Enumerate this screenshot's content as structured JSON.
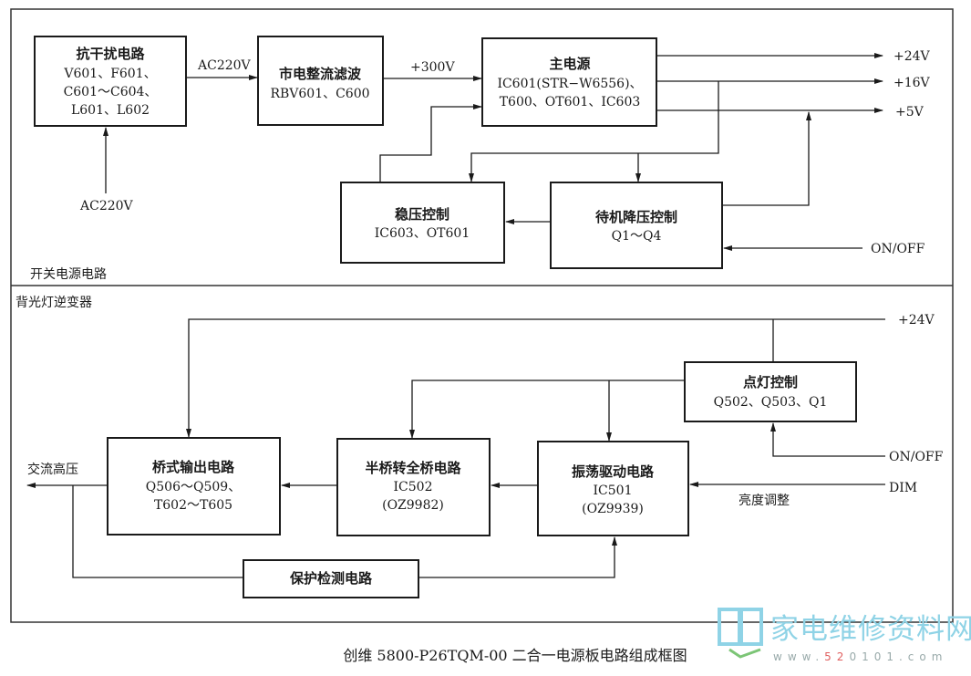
{
  "colors": {
    "ink": "#1a1a1a",
    "logo_blue": "#8fd3e6",
    "logo_green": "#7cc576",
    "logo_red": "#e06060"
  },
  "sections": {
    "power": "开关电源电路",
    "inverter": "背光灯逆变器"
  },
  "power_blocks": {
    "emi": {
      "title": "抗干扰电路",
      "lines": [
        "V601、F601、",
        "C601～C604、",
        "L601、L602"
      ]
    },
    "rectifier": {
      "title": "市电整流滤波",
      "lines": [
        "RBV601、C600"
      ]
    },
    "main": {
      "title": "主电源",
      "lines": [
        "IC601(STR−W6556)、",
        "T600、OT601、IC603"
      ]
    },
    "regulation": {
      "title": "稳压控制",
      "lines": [
        "IC603、OT601"
      ]
    },
    "standby": {
      "title": "待机降压控制",
      "lines": [
        "Q1～Q4"
      ]
    }
  },
  "power_labels": {
    "ac_in": "AC220V",
    "ac_mid": "AC220V",
    "dc300": "+300V",
    "out24": "+24V",
    "out16": "+16V",
    "out5": "+5V",
    "onoff": "ON/OFF"
  },
  "inverter_blocks": {
    "bridge": {
      "title": "桥式输出电路",
      "lines": [
        "Q506～Q509、",
        "T602～T605"
      ]
    },
    "half_full": {
      "title": "半桥转全桥电路",
      "lines": [
        "IC502",
        "(OZ9982)"
      ]
    },
    "osc": {
      "title": "振荡驱动电路",
      "lines": [
        "IC501",
        "(OZ9939)"
      ]
    },
    "lamp": {
      "title": "点灯控制",
      "lines": [
        "Q502、Q503、Q1"
      ]
    },
    "protect": {
      "title": "保护检测电路"
    }
  },
  "inverter_labels": {
    "v24": "+24V",
    "onoff": "ON/OFF",
    "dim": "DIM",
    "brightness": "亮度调整",
    "hv_out": "交流高压"
  },
  "caption": "创维 5800-P26TQM-00 二合一电源板电路组成框图",
  "logo": {
    "name": "家电维修资料网",
    "url_prefix": "www.",
    "url_red": "52",
    "url_rest": "0101.com"
  }
}
